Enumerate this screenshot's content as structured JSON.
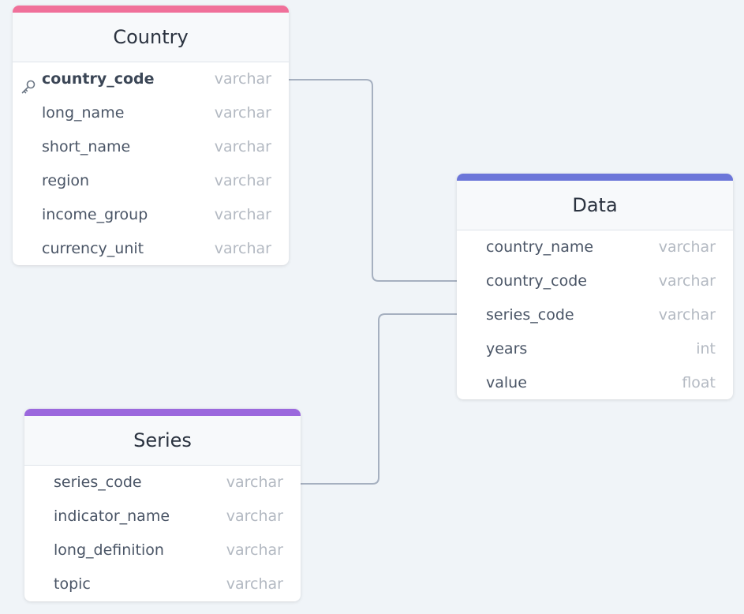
{
  "tables": {
    "country": {
      "title": "Country",
      "accent": "#f0709a",
      "columns": [
        {
          "name": "country_code",
          "type": "varchar",
          "primary_key": true
        },
        {
          "name": "long_name",
          "type": "varchar"
        },
        {
          "name": "short_name",
          "type": "varchar"
        },
        {
          "name": "region",
          "type": "varchar"
        },
        {
          "name": "income_group",
          "type": "varchar"
        },
        {
          "name": "currency_unit",
          "type": "varchar"
        }
      ]
    },
    "data": {
      "title": "Data",
      "accent": "#6c76d9",
      "columns": [
        {
          "name": "country_name",
          "type": "varchar"
        },
        {
          "name": "country_code",
          "type": "varchar"
        },
        {
          "name": "series_code",
          "type": "varchar"
        },
        {
          "name": "years",
          "type": "int"
        },
        {
          "name": "value",
          "type": "float"
        }
      ]
    },
    "series": {
      "title": "Series",
      "accent": "#9b68dd",
      "columns": [
        {
          "name": "series_code",
          "type": "varchar"
        },
        {
          "name": "indicator_name",
          "type": "varchar"
        },
        {
          "name": "long_definition",
          "type": "varchar"
        },
        {
          "name": "topic",
          "type": "varchar"
        }
      ]
    }
  },
  "relationships": [
    {
      "from": "Country.country_code",
      "to": "Data.country_code"
    },
    {
      "from": "Series.series_code",
      "to": "Data.series_code"
    }
  ],
  "colors": {
    "background": "#f0f4f8",
    "connector": "#a6b0c0"
  }
}
